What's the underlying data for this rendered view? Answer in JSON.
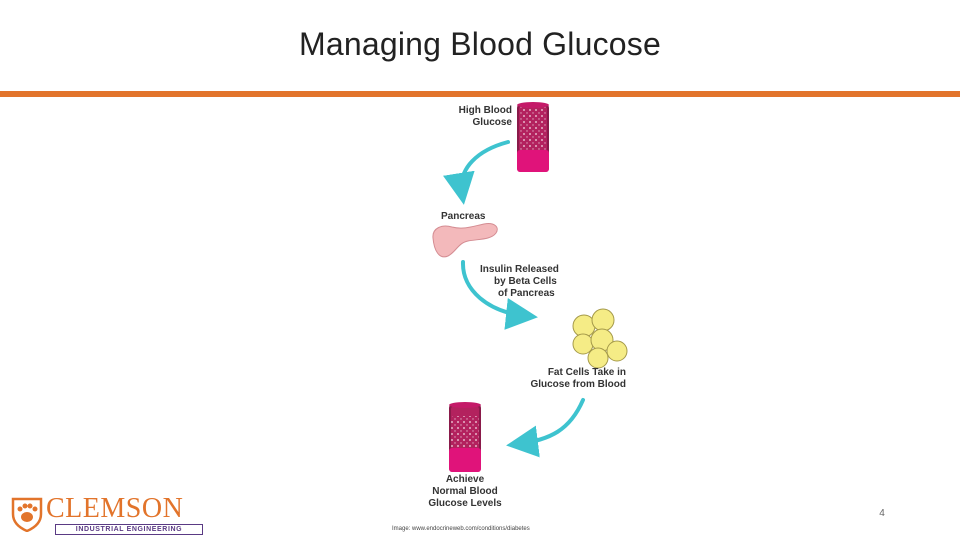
{
  "slide": {
    "title": "Managing Blood Glucose",
    "page_number": "4",
    "image_credit": "Image: www.endocrineweb.com/conditions/diabetes"
  },
  "logo": {
    "name": "CLEMSON",
    "subtitle": "INDUSTRIAL ENGINEERING"
  },
  "diagram": {
    "steps": [
      {
        "id": "high_glucose",
        "label_lines": [
          "High Blood",
          "Glucose"
        ]
      },
      {
        "id": "pancreas",
        "label_lines": [
          "Pancreas"
        ]
      },
      {
        "id": "insulin",
        "label_lines": [
          "Insulin Released",
          "by Beta  Cells",
          "of Pancreas"
        ]
      },
      {
        "id": "fat_cells",
        "label_lines": [
          "Fat Cells Take in",
          "Glucose from Blood"
        ]
      },
      {
        "id": "normal",
        "label_lines": [
          "Achieve",
          "Normal Blood",
          "Glucose Levels"
        ]
      }
    ]
  },
  "colors": {
    "accent_orange": "#e2742b",
    "clemson_purple": "#5a3a84",
    "arrow_teal": "#3ec3cf",
    "tube_pink": "#e0137a",
    "tube_dark": "#8a1a4a",
    "pancreas_pink": "#f3b9bb",
    "fat_yellow": "#f5ec86"
  }
}
